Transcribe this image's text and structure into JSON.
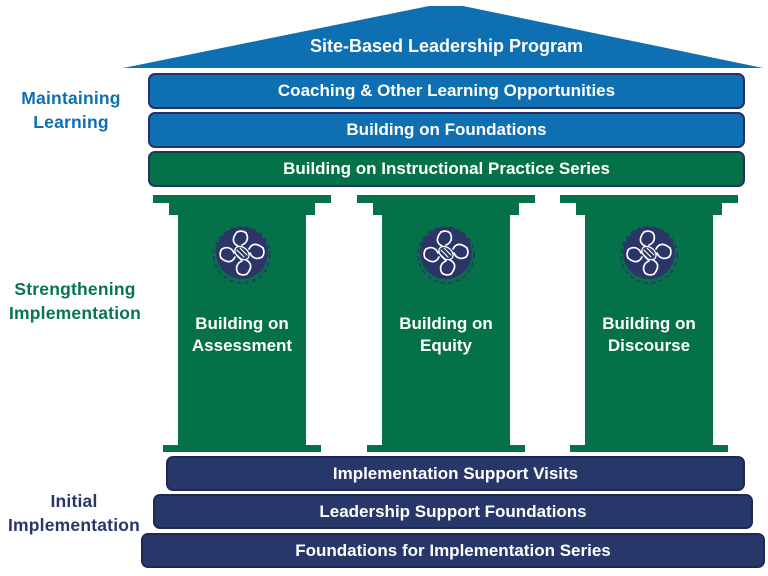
{
  "roof": {
    "title": "Site-Based Leadership Program"
  },
  "colors": {
    "blue": "#0E70B2",
    "green": "#047149",
    "navy": "#273769",
    "label_green": "#077452",
    "bar_border": "#2B2E62",
    "icon_navy": "#2B3568",
    "text_white": "#FFFFFF"
  },
  "stages": [
    {
      "line1": "Maintaining",
      "line2": "Learning"
    },
    {
      "line1": "Strengthening",
      "line2": "Implementation"
    },
    {
      "line1": "Initial",
      "line2": "Implementation"
    }
  ],
  "top_bars": [
    {
      "label": "Coaching & Other Learning Opportunities",
      "color": "blue"
    },
    {
      "label": "Building on Foundations",
      "color": "blue"
    },
    {
      "label": "Building on Instructional Practice Series",
      "color": "green"
    }
  ],
  "pillars": [
    {
      "label_line1": "Building on",
      "label_line2": "Assessment",
      "icon": "clasped-hands-icon"
    },
    {
      "label_line1": "Building on",
      "label_line2": "Equity",
      "icon": "clasped-hands-icon"
    },
    {
      "label_line1": "Building on",
      "label_line2": "Discourse",
      "icon": "clasped-hands-icon"
    }
  ],
  "bottom_bars": [
    {
      "label": "Implementation Support Visits"
    },
    {
      "label": "Leadership Support Foundations"
    },
    {
      "label": "Foundations for Implementation Series"
    }
  ]
}
